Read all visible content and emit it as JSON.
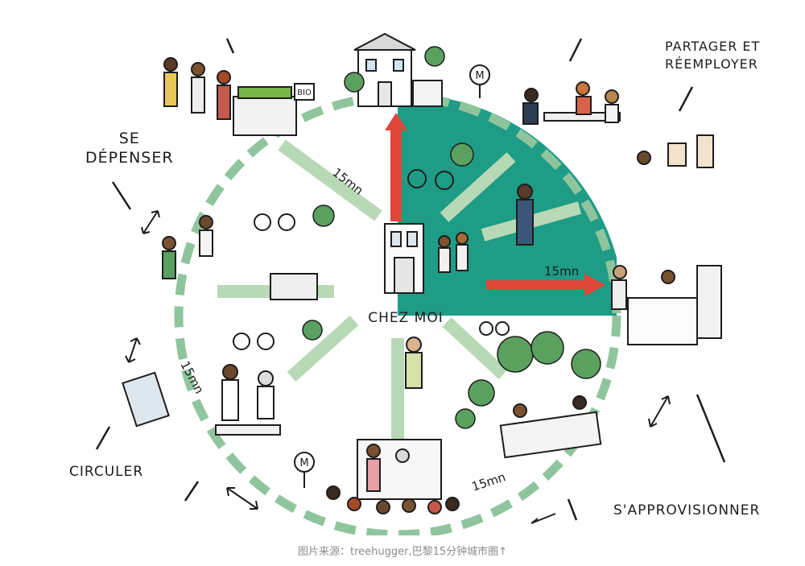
{
  "labels": {
    "se_depenser": [
      "SE",
      "DÉPENSER"
    ],
    "partager": [
      "PARTAGER ET",
      "RÉEMPLOYER"
    ],
    "circuler": "CIRCULER",
    "approvisionner": "S'APPROVISIONNER",
    "center": "CHEZ MOI",
    "bio_sign": "BIO",
    "metro_top": "M",
    "metro_bottom": "M",
    "time_nw": "15mn",
    "time_e": "15mn",
    "time_w": "15mn",
    "time_s": "15mn"
  },
  "caption": "图片来源：treehugger,巴黎15分钟城市圈↑",
  "colors": {
    "highlight_sector": "#1e9c86",
    "dashed_ring": "#8fc59d",
    "road": "#b7d9b5",
    "arrow_red": "#e0463a",
    "ink": "#1d1d1d"
  }
}
